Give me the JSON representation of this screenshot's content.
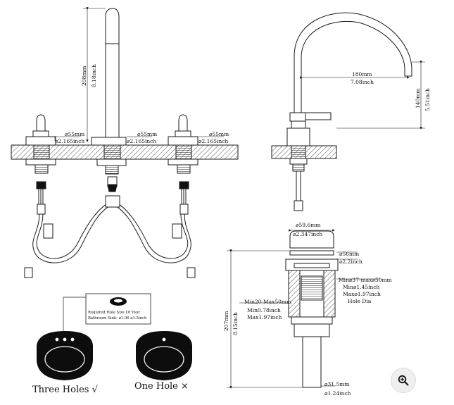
{
  "labels": {
    "dia55_mm": "⌀55mm",
    "dia55_in": "⌀2.165inch",
    "height_208": "208mm",
    "height_818": "8.18inch",
    "reach_180": "180mm",
    "reach_708": "7.08inch",
    "height_140": "140mm",
    "height_551": "5.51inch",
    "cap_596": "⌀59.6mm",
    "cap_2347": "⌀2.347inch",
    "body_56": "⌀56mm",
    "body_22": "⌀2.2inch",
    "hole_mm": "Min⌀37-max⌀50mm",
    "hole_min": "Min⌀1.45inch",
    "hole_max": "Max⌀1.97inch",
    "hole_dia": "Hole Dia",
    "thick_mm": "Min20-Max50mm",
    "thick_min": "Min0.78inch",
    "thick_max": "Max1.97inch",
    "drain_207": "207mm",
    "drain_815": "8.15inch",
    "tail_315": "⌀31.5mm",
    "tail_124": "⌀1.24inch",
    "note_line1": "Required Hole Size Of Your",
    "note_line2": "Bathroom Sink: ⌀1.06 ⌀1.5inch",
    "three_holes": "Three Holes √",
    "one_hole": "One Hole ×"
  },
  "colors": {
    "line": "#1a1a1a",
    "hatch": "#555555",
    "sink_black": "#0d0d0d"
  },
  "icons": {
    "zoom": "zoom-in-icon"
  }
}
